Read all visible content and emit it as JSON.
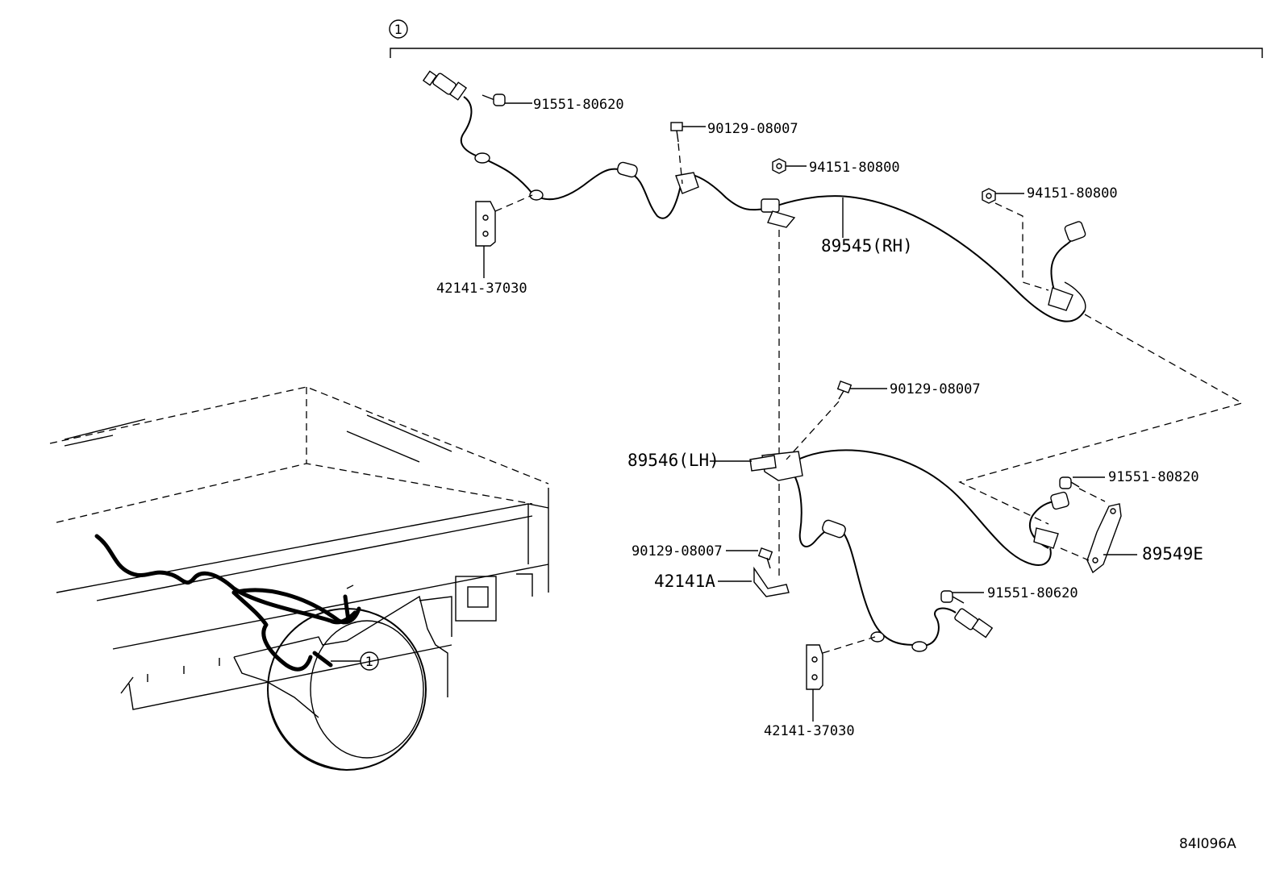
{
  "diagram": {
    "assembly_marker": "1",
    "figure_code": "84I096A",
    "labels": {
      "p91551_80620_top": "91551-80620",
      "p90129_08007_top": "90129-08007",
      "p94151_80800_mid": "94151-80800",
      "p94151_80800_right": "94151-80800",
      "p89545": "89545(RH)",
      "p42141_37030_top": "42141-37030",
      "p90129_08007_mid": "90129-08007",
      "p89546": "89546(LH)",
      "p91551_80820": "91551-80820",
      "p89549e": "89549E",
      "p90129_08007_low": "90129-08007",
      "p42141a": "42141A",
      "p91551_80620_low": "91551-80620",
      "p42141_37030_low": "42141-37030"
    }
  }
}
